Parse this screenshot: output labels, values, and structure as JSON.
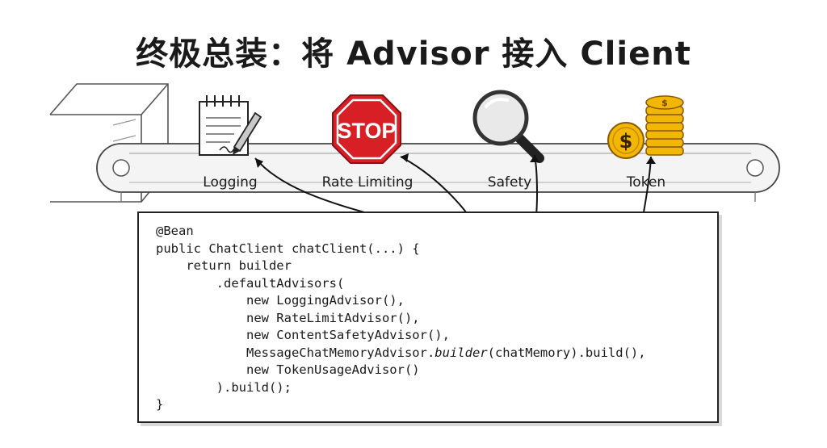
{
  "title": "终极总装：将 Advisor 接入 Client",
  "stations": [
    {
      "label": "Logging",
      "icon": "notepad-pencil-icon"
    },
    {
      "label": "Rate Limiting",
      "icon": "stop-sign-icon"
    },
    {
      "label": "Safety",
      "icon": "magnifying-glass-icon"
    },
    {
      "label": "Token",
      "icon": "coin-stack-icon"
    }
  ],
  "stop_sign_text": "STOP",
  "coin_symbol": "$",
  "code_lines": [
    {
      "indent": "",
      "pre": "@Bean",
      "italic": "",
      "post": ""
    },
    {
      "indent": "",
      "pre": "public ChatClient chatClient(...) {",
      "italic": "",
      "post": ""
    },
    {
      "indent": "    ",
      "pre": "return builder",
      "italic": "",
      "post": ""
    },
    {
      "indent": "        ",
      "pre": ".defaultAdvisors(",
      "italic": "",
      "post": ""
    },
    {
      "indent": "            ",
      "pre": "new LoggingAdvisor(),",
      "italic": "",
      "post": ""
    },
    {
      "indent": "            ",
      "pre": "new RateLimitAdvisor(),",
      "italic": "",
      "post": ""
    },
    {
      "indent": "            ",
      "pre": "new ContentSafetyAdvisor(),",
      "italic": "",
      "post": ""
    },
    {
      "indent": "            ",
      "pre": "MessageChatMemoryAdvisor.",
      "italic": "builder",
      "post": "(chatMemory).build(),"
    },
    {
      "indent": "            ",
      "pre": "new TokenUsageAdvisor()",
      "italic": "",
      "post": ""
    },
    {
      "indent": "        ",
      "pre": ").build();",
      "italic": "",
      "post": ""
    },
    {
      "indent": "",
      "pre": "}",
      "italic": "",
      "post": ""
    }
  ],
  "colors": {
    "ink": "#1a1a1a",
    "stop_red": "#d91f26",
    "gold": "#f2b705",
    "gold_dark": "#c98a00",
    "lens": "#e9e9e9",
    "conveyor": "#f4f4f4"
  }
}
